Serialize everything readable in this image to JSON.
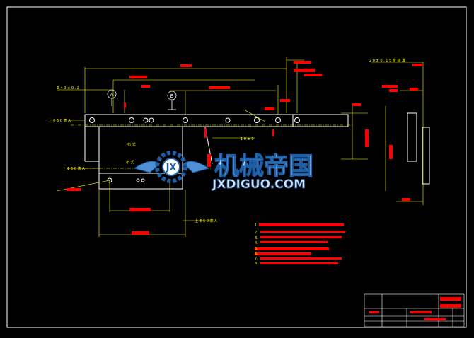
{
  "drawing": {
    "left_notes": [
      "Φ 4 0 ± 0 . 2",
      "上 Φ 5 0 表 A",
      "上 Φ 5 0 表 A",
      "上 Φ 5 0 表 A"
    ],
    "plate_text": [
      "布 式",
      "布 式"
    ],
    "circle_labels": [
      "A",
      "B"
    ],
    "right_note": "2 0 ± 0 . 1 5 度 标 准",
    "right_note_2": "1 0 ± 0",
    "tech_notes": [
      "1.",
      "2.",
      "3.",
      "4.",
      "5.",
      "6.",
      "7.",
      "8."
    ]
  },
  "watermark": {
    "title": "机械帝国",
    "url": "JXDIGUO.COM"
  },
  "colors": {
    "background": "#000000",
    "line": "#ffffff",
    "dim": "#ff0000",
    "text": "#ffff00",
    "watermark": "#1e5fa8"
  }
}
